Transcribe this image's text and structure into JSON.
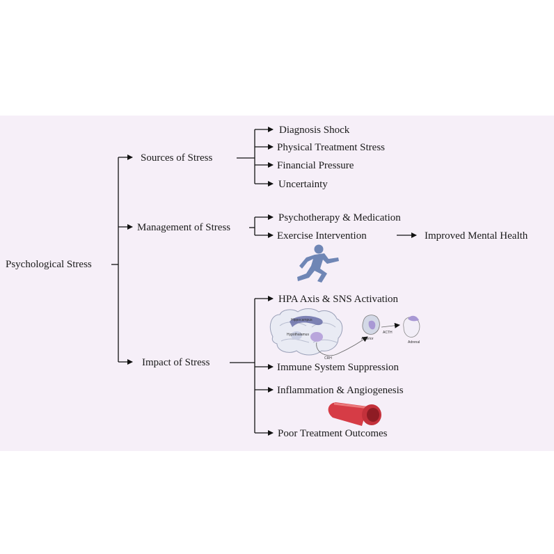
{
  "root": "Psychological Stress",
  "branches": {
    "sources": {
      "label": "Sources of Stress",
      "items": [
        "Diagnosis Shock",
        "Physical Treatment Stress",
        "Financial Pressure",
        "Uncertainty"
      ]
    },
    "management": {
      "label": "Management of Stress",
      "items": [
        "Psychotherapy & Medication",
        "Exercise Intervention"
      ],
      "outcome": "Improved Mental Health"
    },
    "impact": {
      "label": "Impact of Stress",
      "items": [
        "HPA Axis & SNS Activation",
        "Immune System Suppression",
        "Inflammation & Angiogenesis",
        "Poor Treatment Outcomes"
      ]
    }
  },
  "illustrations": {
    "runner": "runner-icon",
    "hpa_axis": {
      "brain_labels": [
        "Hippocampus",
        "Hypothalamus"
      ],
      "gland_labels": [
        "Anterior",
        "ACTH",
        "Adrenal",
        "CRH"
      ]
    },
    "blood_vessel": "blood-vessel-icon"
  },
  "colors": {
    "panel_background": "#f6eff8",
    "runner": "#6f86b5",
    "vessel": "#d63c46",
    "brain_accent": "#b9a6dc"
  }
}
